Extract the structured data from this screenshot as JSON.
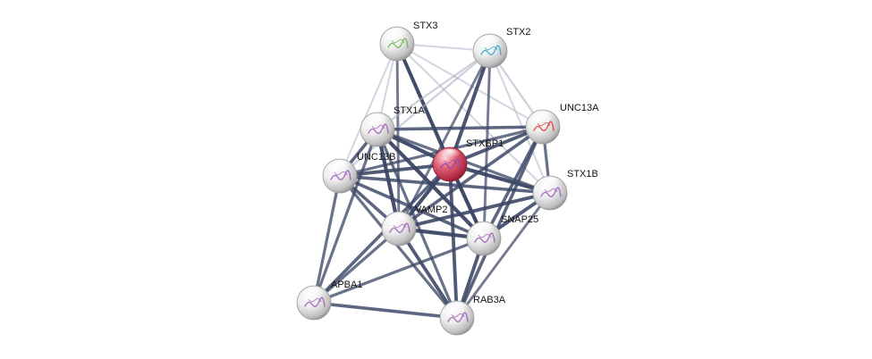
{
  "network": {
    "colors": {
      "edge": "#3c4766",
      "edge_light": "#aab0c4",
      "node_default": "#d6d6d6",
      "node_query": "#d24a5e"
    },
    "nodes": [
      {
        "id": "STX3",
        "label": "STX3",
        "query": false,
        "glyph_color": "#6ab04c"
      },
      {
        "id": "STX2",
        "label": "STX2",
        "query": false,
        "glyph_color": "#2aa7c9"
      },
      {
        "id": "UNC13A",
        "label": "UNC13A",
        "query": false,
        "glyph_color": "#e03131"
      },
      {
        "id": "STX1A",
        "label": "STX1A",
        "query": false,
        "glyph_color": "#9b59b6"
      },
      {
        "id": "STXBP1",
        "label": "STXBP1",
        "query": true,
        "glyph_color": "#8e44ad"
      },
      {
        "id": "UNC13B",
        "label": "UNC13B",
        "query": false,
        "glyph_color": "#9b59b6"
      },
      {
        "id": "STX1B",
        "label": "STX1B",
        "query": false,
        "glyph_color": "#9b59b6"
      },
      {
        "id": "VAMP2",
        "label": "VAMP2",
        "query": false,
        "glyph_color": "#9b59b6"
      },
      {
        "id": "SNAP25",
        "label": "SNAP25",
        "query": false,
        "glyph_color": "#9b59b6"
      },
      {
        "id": "APBA1",
        "label": "APBA1",
        "query": false,
        "glyph_color": "#9b59b6"
      },
      {
        "id": "RAB3A",
        "label": "RAB3A",
        "query": false,
        "glyph_color": "#9b59b6"
      }
    ],
    "edges": [
      {
        "source": "STX3",
        "target": "STX2",
        "strength": 0.3
      },
      {
        "source": "STX3",
        "target": "STXBP1",
        "strength": 0.95
      },
      {
        "source": "STX3",
        "target": "STX1A",
        "strength": 0.3
      },
      {
        "source": "STX3",
        "target": "UNC13B",
        "strength": 0.3
      },
      {
        "source": "STX3",
        "target": "UNC13A",
        "strength": 0.3
      },
      {
        "source": "STX3",
        "target": "STX1B",
        "strength": 0.3
      },
      {
        "source": "STX3",
        "target": "SNAP25",
        "strength": 0.6
      },
      {
        "source": "STX3",
        "target": "VAMP2",
        "strength": 0.6
      },
      {
        "source": "STX2",
        "target": "STXBP1",
        "strength": 0.95
      },
      {
        "source": "STX2",
        "target": "STX1A",
        "strength": 0.4
      },
      {
        "source": "STX2",
        "target": "UNC13B",
        "strength": 0.4
      },
      {
        "source": "STX2",
        "target": "UNC13A",
        "strength": 0.4
      },
      {
        "source": "STX2",
        "target": "STX1B",
        "strength": 0.3
      },
      {
        "source": "STX2",
        "target": "SNAP25",
        "strength": 0.6
      },
      {
        "source": "STX2",
        "target": "VAMP2",
        "strength": 0.6
      },
      {
        "source": "STX1A",
        "target": "STXBP1",
        "strength": 1.0
      },
      {
        "source": "STX1A",
        "target": "UNC13A",
        "strength": 0.8
      },
      {
        "source": "STX1A",
        "target": "UNC13B",
        "strength": 0.8
      },
      {
        "source": "STX1A",
        "target": "VAMP2",
        "strength": 1.0
      },
      {
        "source": "STX1A",
        "target": "SNAP25",
        "strength": 1.0
      },
      {
        "source": "STX1A",
        "target": "STX1B",
        "strength": 0.7
      },
      {
        "source": "STX1A",
        "target": "RAB3A",
        "strength": 0.7
      },
      {
        "source": "STX1A",
        "target": "APBA1",
        "strength": 0.7
      },
      {
        "source": "UNC13A",
        "target": "STXBP1",
        "strength": 0.9
      },
      {
        "source": "UNC13A",
        "target": "UNC13B",
        "strength": 0.7
      },
      {
        "source": "UNC13A",
        "target": "VAMP2",
        "strength": 0.8
      },
      {
        "source": "UNC13A",
        "target": "SNAP25",
        "strength": 0.8
      },
      {
        "source": "UNC13A",
        "target": "STX1B",
        "strength": 0.7
      },
      {
        "source": "UNC13A",
        "target": "RAB3A",
        "strength": 0.8
      },
      {
        "source": "UNC13B",
        "target": "STXBP1",
        "strength": 0.9
      },
      {
        "source": "UNC13B",
        "target": "VAMP2",
        "strength": 0.8
      },
      {
        "source": "UNC13B",
        "target": "SNAP25",
        "strength": 0.8
      },
      {
        "source": "UNC13B",
        "target": "STX1B",
        "strength": 0.8
      },
      {
        "source": "UNC13B",
        "target": "APBA1",
        "strength": 0.7
      },
      {
        "source": "UNC13B",
        "target": "RAB3A",
        "strength": 0.7
      },
      {
        "source": "STXBP1",
        "target": "STX1B",
        "strength": 1.0
      },
      {
        "source": "STXBP1",
        "target": "VAMP2",
        "strength": 1.0
      },
      {
        "source": "STXBP1",
        "target": "SNAP25",
        "strength": 1.0
      },
      {
        "source": "STXBP1",
        "target": "APBA1",
        "strength": 0.8
      },
      {
        "source": "STXBP1",
        "target": "RAB3A",
        "strength": 0.9
      },
      {
        "source": "STX1B",
        "target": "VAMP2",
        "strength": 0.9
      },
      {
        "source": "STX1B",
        "target": "SNAP25",
        "strength": 0.9
      },
      {
        "source": "STX1B",
        "target": "RAB3A",
        "strength": 0.6
      },
      {
        "source": "VAMP2",
        "target": "SNAP25",
        "strength": 1.0
      },
      {
        "source": "VAMP2",
        "target": "APBA1",
        "strength": 0.7
      },
      {
        "source": "VAMP2",
        "target": "RAB3A",
        "strength": 0.9
      },
      {
        "source": "SNAP25",
        "target": "RAB3A",
        "strength": 0.9
      },
      {
        "source": "SNAP25",
        "target": "APBA1",
        "strength": 0.7
      },
      {
        "source": "APBA1",
        "target": "RAB3A",
        "strength": 0.8
      }
    ]
  }
}
